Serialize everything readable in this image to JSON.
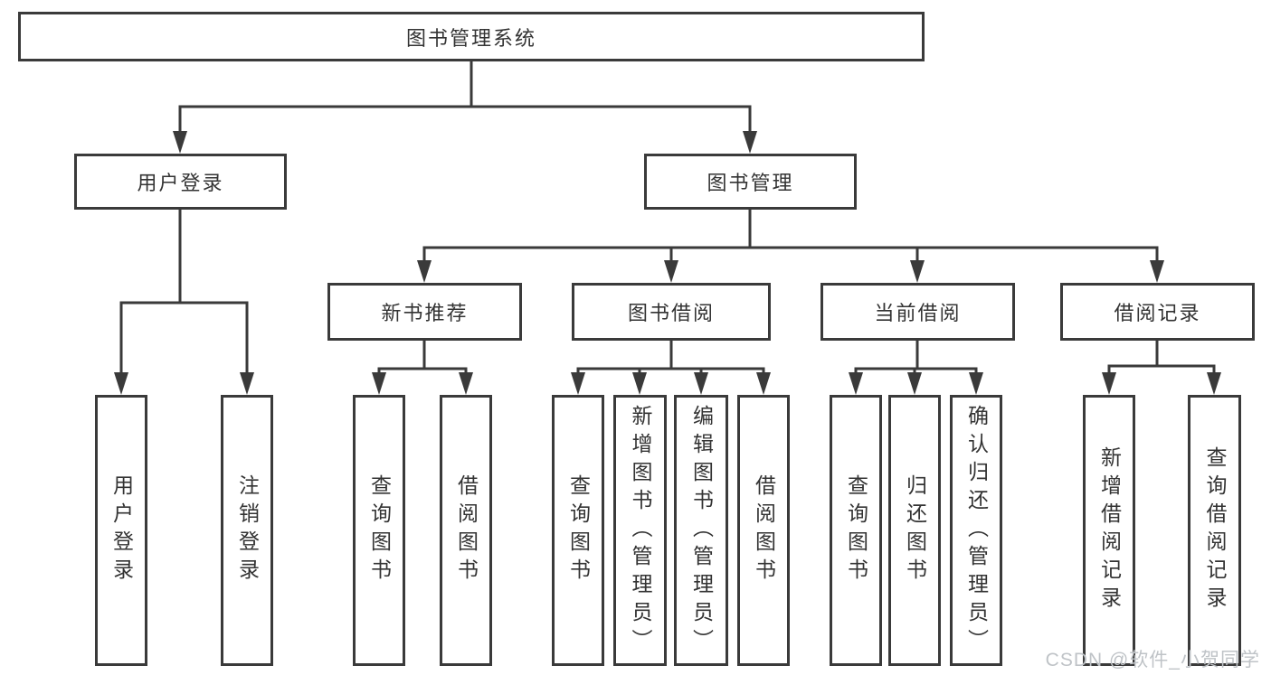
{
  "diagram": {
    "root": {
      "id": "library-management-system",
      "label": "图书管理系统"
    },
    "level2": [
      {
        "id": "user-login",
        "label": "用户登录",
        "parent": "library-management-system"
      },
      {
        "id": "book-management",
        "label": "图书管理",
        "parent": "library-management-system"
      }
    ],
    "level3": [
      {
        "id": "new-book-recommendation",
        "label": "新书推荐",
        "parent": "book-management"
      },
      {
        "id": "book-borrowing",
        "label": "图书借阅",
        "parent": "book-management"
      },
      {
        "id": "current-borrowing",
        "label": "当前借阅",
        "parent": "book-management"
      },
      {
        "id": "borrowing-records",
        "label": "借阅记录",
        "parent": "book-management"
      }
    ],
    "level4": [
      {
        "id": "user-login-action",
        "label": "用户登录",
        "parent": "user-login"
      },
      {
        "id": "logout-action",
        "label": "注销登录",
        "parent": "user-login"
      },
      {
        "id": "query-books-recommend",
        "label": "查询图书",
        "parent": "new-book-recommendation"
      },
      {
        "id": "borrow-books-recommend",
        "label": "借阅图书",
        "parent": "new-book-recommendation"
      },
      {
        "id": "query-books-borrow",
        "label": "查询图书",
        "parent": "book-borrowing"
      },
      {
        "id": "add-books-admin",
        "label": "新增图书（管理员）",
        "parent": "book-borrowing"
      },
      {
        "id": "edit-books-admin",
        "label": "编辑图书（管理员）",
        "parent": "book-borrowing"
      },
      {
        "id": "borrow-books-borrow",
        "label": "借阅图书",
        "parent": "book-borrowing"
      },
      {
        "id": "query-books-current",
        "label": "查询图书",
        "parent": "current-borrowing"
      },
      {
        "id": "return-books",
        "label": "归还图书",
        "parent": "current-borrowing"
      },
      {
        "id": "confirm-return-admin",
        "label": "确认归还（管理员）",
        "parent": "current-borrowing"
      },
      {
        "id": "add-borrowing-record",
        "label": "新增借阅记录",
        "parent": "borrowing-records"
      },
      {
        "id": "query-borrowing-record",
        "label": "查询借阅记录",
        "parent": "borrowing-records"
      }
    ]
  },
  "watermark": "CSDN @软件_小贺同学",
  "colors": {
    "border": "#3a3a3a",
    "line": "#3a3a3a",
    "text": "#333333",
    "watermark": "#bfc3c7",
    "background": "#ffffff"
  }
}
